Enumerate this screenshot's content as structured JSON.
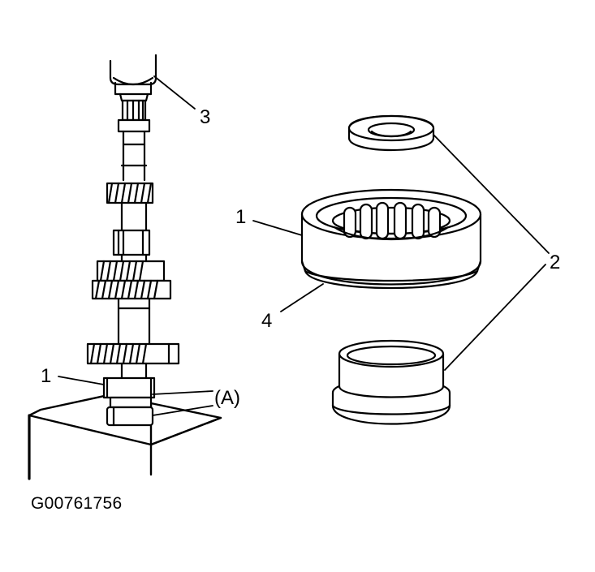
{
  "callouts": {
    "shaft_bearing": "1",
    "race_and_cup": "2",
    "press_ram": "3",
    "bearing_ring": "4",
    "base_ref": "(A)",
    "main_bearing": "1"
  },
  "figure_id": "G00761756",
  "colors": {
    "line": "#000000",
    "background": "#ffffff"
  }
}
